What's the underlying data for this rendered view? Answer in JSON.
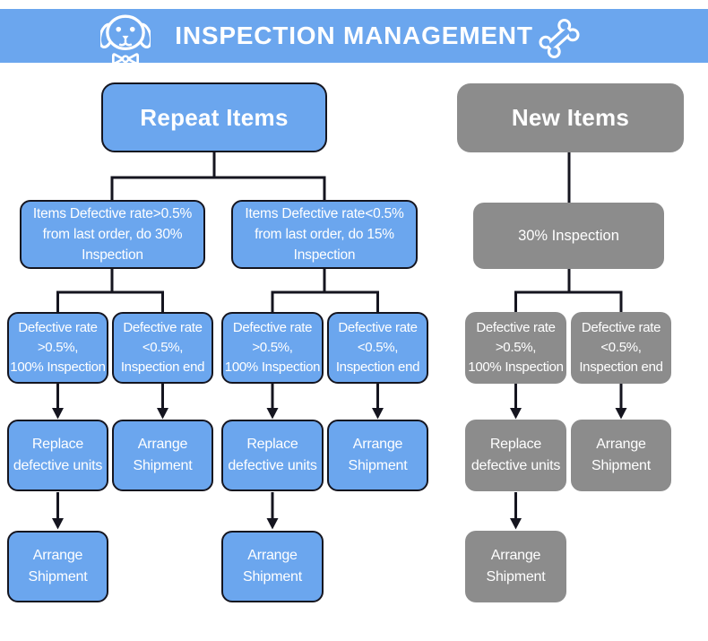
{
  "header": {
    "title": "INSPECTION MANAGEMENT",
    "left_icon": "dog-icon",
    "right_icon": "bone-icon"
  },
  "colors": {
    "blue": "#6ba6ee",
    "gray": "#8c8c8c",
    "line": "#15151f",
    "text": "#ffffff",
    "bg": "#ffffff"
  },
  "nodes": {
    "repeat_root": "Repeat Items",
    "new_root": "New Items",
    "repeat_high_order": "Items Defective rate>0.5%\nfrom last order, do 30%\nInspection",
    "repeat_low_order": "Items Defective rate<0.5%\nfrom last order, do 15%\nInspection",
    "new_inspection": "30% Inspection",
    "defect_high": "Defective rate\n>0.5%,\n100% Inspection",
    "defect_low": "Defective rate\n<0.5%,\nInspection end",
    "replace": "Replace\ndefective units",
    "arrange": "Arrange\nShipment"
  }
}
